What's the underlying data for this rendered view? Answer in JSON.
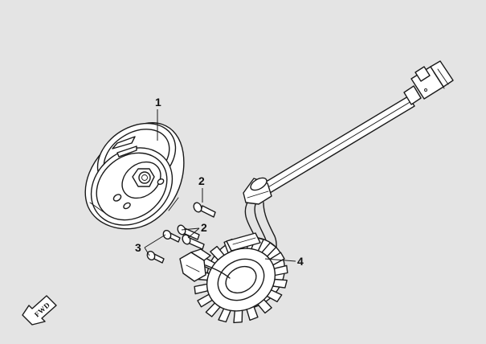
{
  "callouts": {
    "c1": "1",
    "c2a": "2",
    "c2b": "2",
    "c3": "3",
    "c4": "4"
  },
  "direction": {
    "label": "FWD"
  },
  "colors": {
    "background": "#e4e4e4",
    "linework": "#1a1a1a",
    "fill": "#ffffff"
  }
}
